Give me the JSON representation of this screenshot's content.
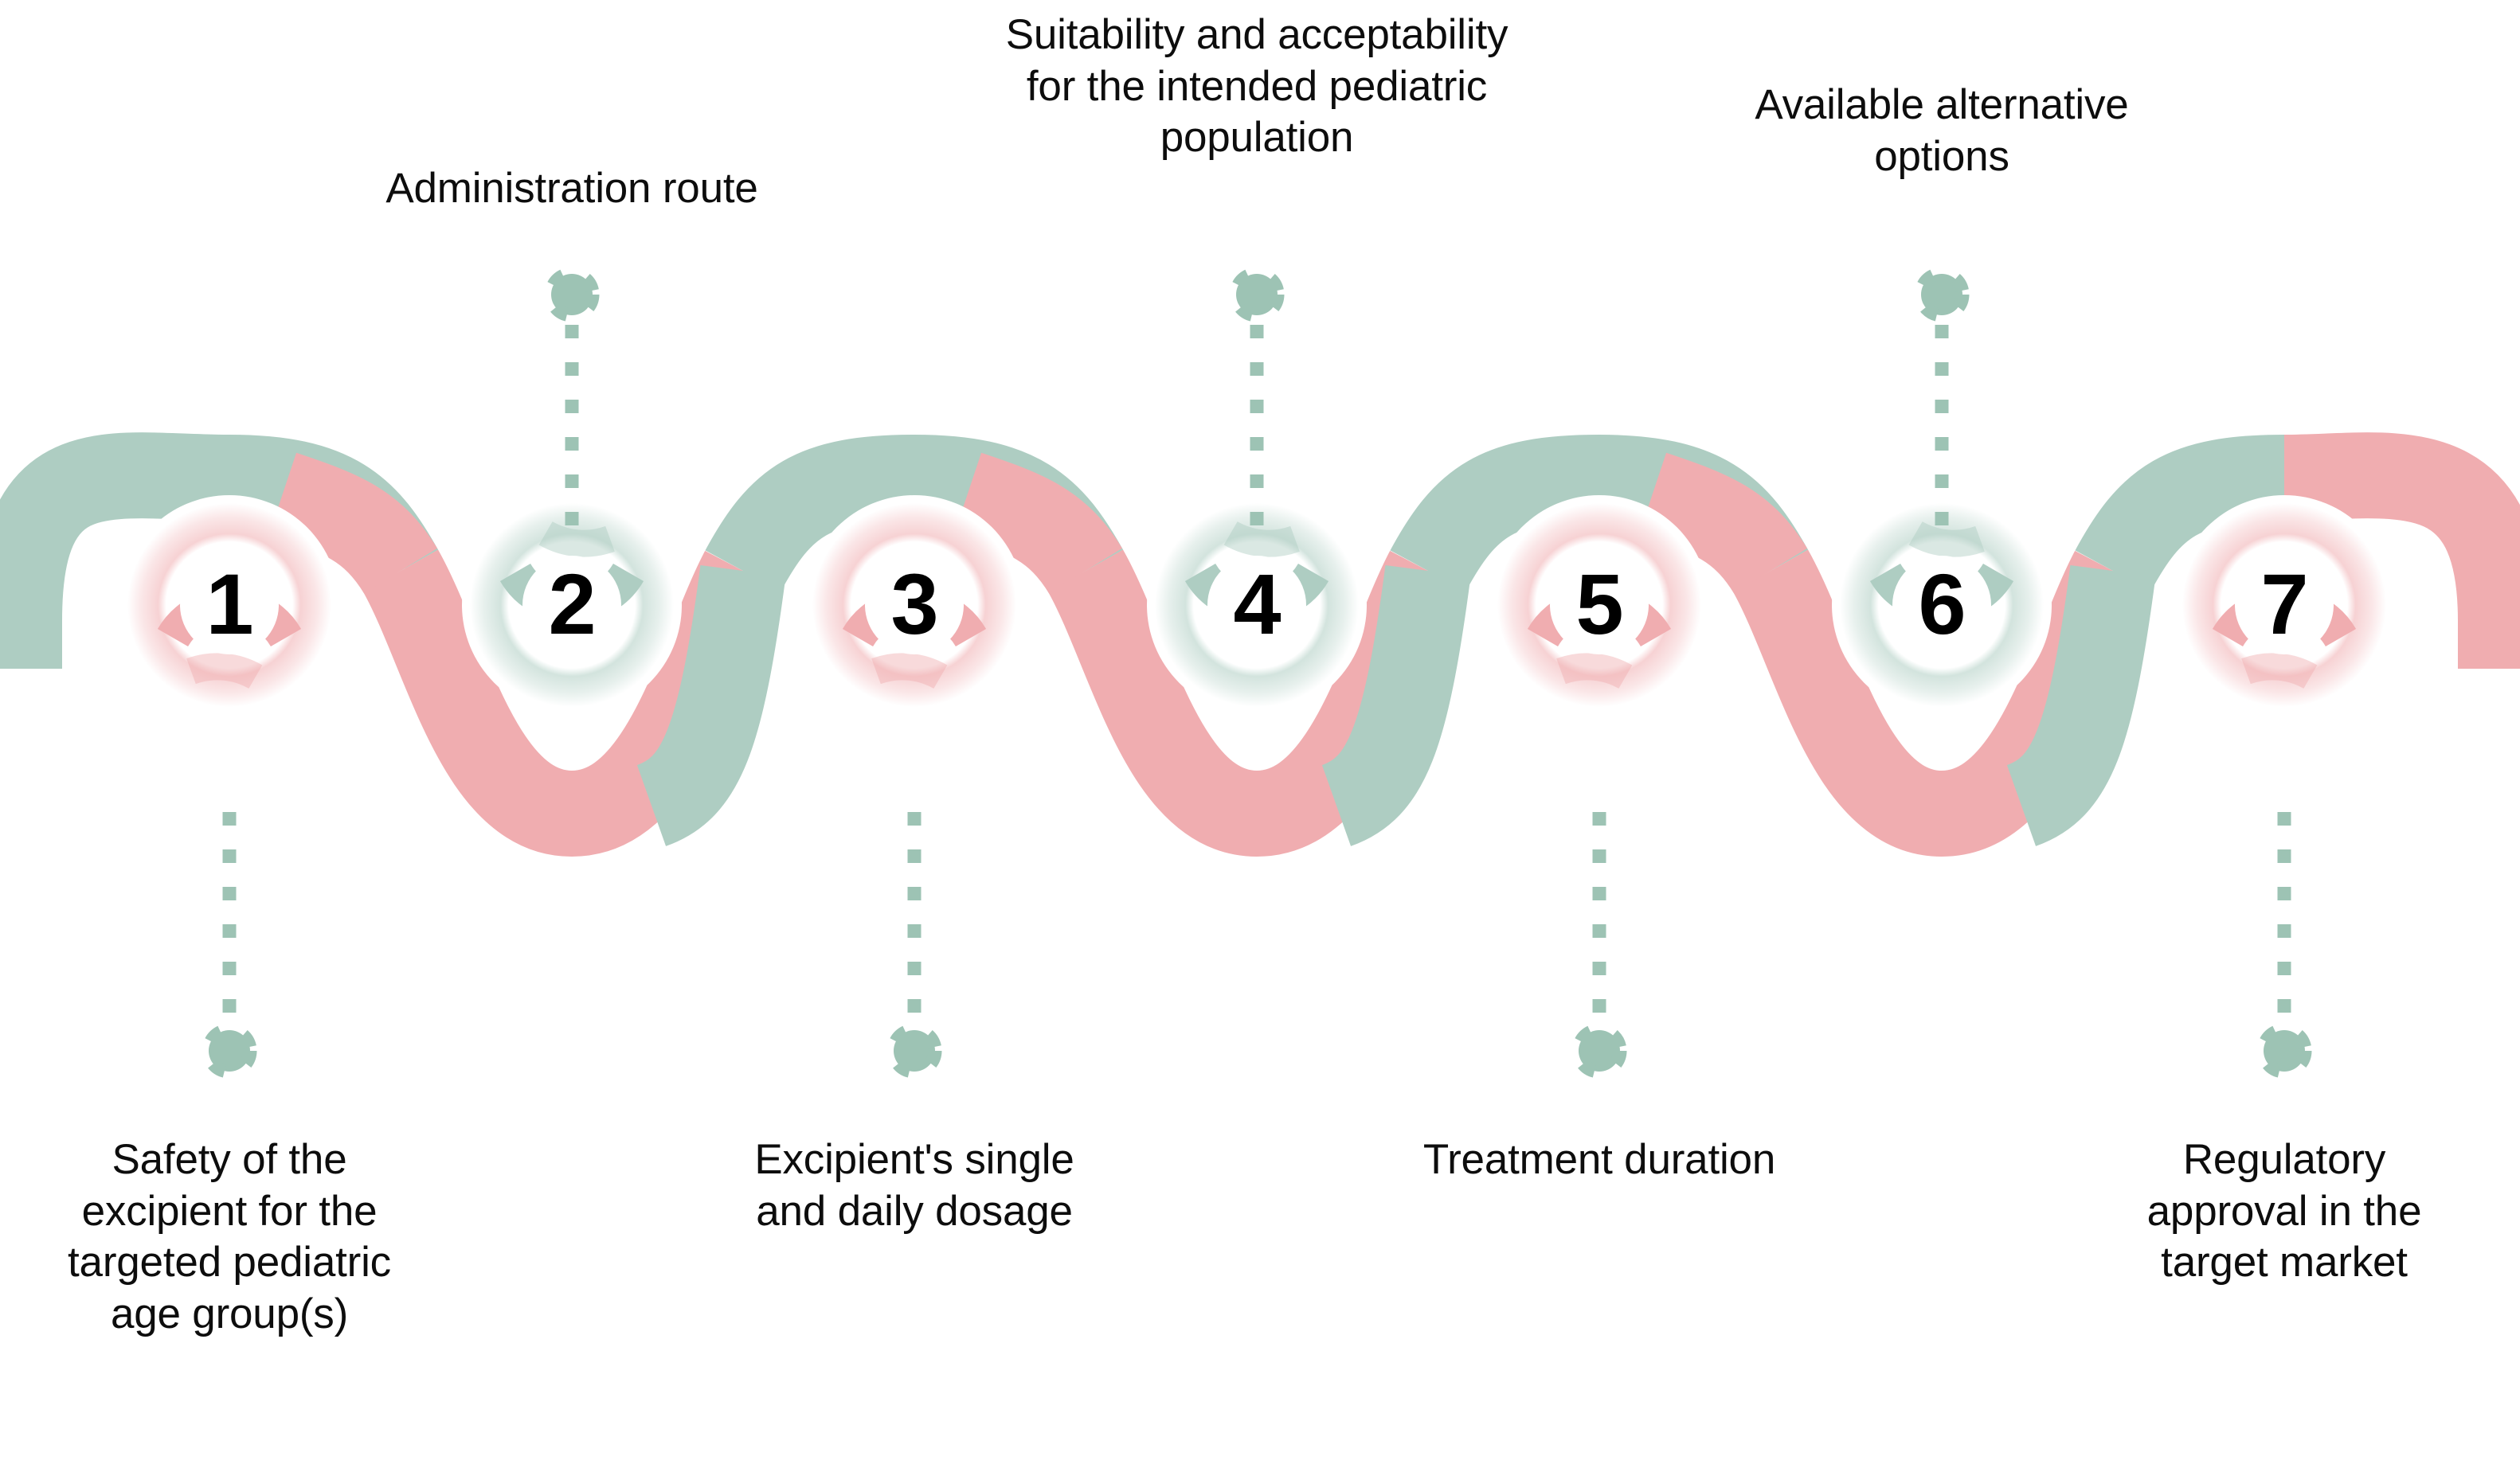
{
  "figure": {
    "type": "process-infographic",
    "title_visible": false,
    "step_count": 7,
    "orientation": "horizontal-sine-wave"
  },
  "colors": {
    "green": "#aecdc2",
    "pink": "#f0adb0",
    "green_soft": "#bfd8cf",
    "pink_soft": "#f3bfc1",
    "connector": "#9dc3b4",
    "text": "#0d0d0d",
    "background": "#ffffff",
    "number": "#000000"
  },
  "steps": [
    {
      "number": "1",
      "ring_color": "pink",
      "label": "Safety of the\nexcipient for the\ntargeted pediatric\nage group(s)",
      "label_position": "bottom"
    },
    {
      "number": "2",
      "ring_color": "green",
      "label": "Administration route",
      "label_position": "top"
    },
    {
      "number": "3",
      "ring_color": "pink",
      "label": "Excipient's single\nand daily dosage",
      "label_position": "bottom"
    },
    {
      "number": "4",
      "ring_color": "green",
      "label": "Suitability and acceptability\nfor the intended pediatric\npopulation",
      "label_position": "top"
    },
    {
      "number": "5",
      "ring_color": "pink",
      "label": "Treatment duration",
      "label_position": "bottom"
    },
    {
      "number": "6",
      "ring_color": "green",
      "label": "Available alternative\noptions",
      "label_position": "top"
    },
    {
      "number": "7",
      "ring_color": "pink",
      "label": "Regulatory\napproval in the\ntarget market",
      "label_position": "bottom"
    }
  ]
}
